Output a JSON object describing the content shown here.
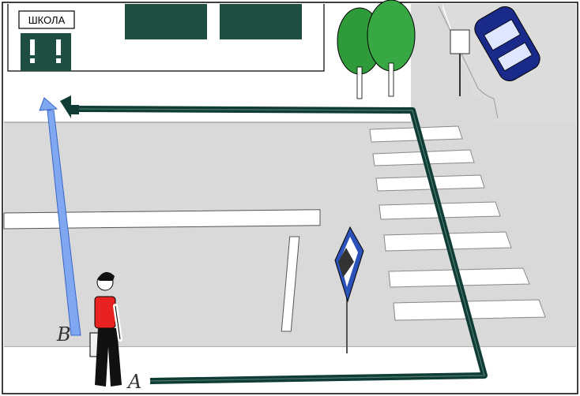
{
  "scene": {
    "school_sign": "ШКОЛА",
    "route_a_label": "A",
    "route_b_label": "B",
    "colors": {
      "road": "#d9d9d9",
      "sidewalk": "#ffffff",
      "building_window": "#1f4e43",
      "route_a": "#0f3d36",
      "route_b": "#7fa8f0",
      "car": "#1a2a8a",
      "tree": "#2f9a3a",
      "shirt": "#e8231f",
      "sign_blue": "#2a52b8"
    },
    "icons": [
      "pedestrian-crossing-sign-icon",
      "car-icon",
      "tree-icon",
      "pedestrian-icon",
      "arrow-up-icon"
    ]
  }
}
